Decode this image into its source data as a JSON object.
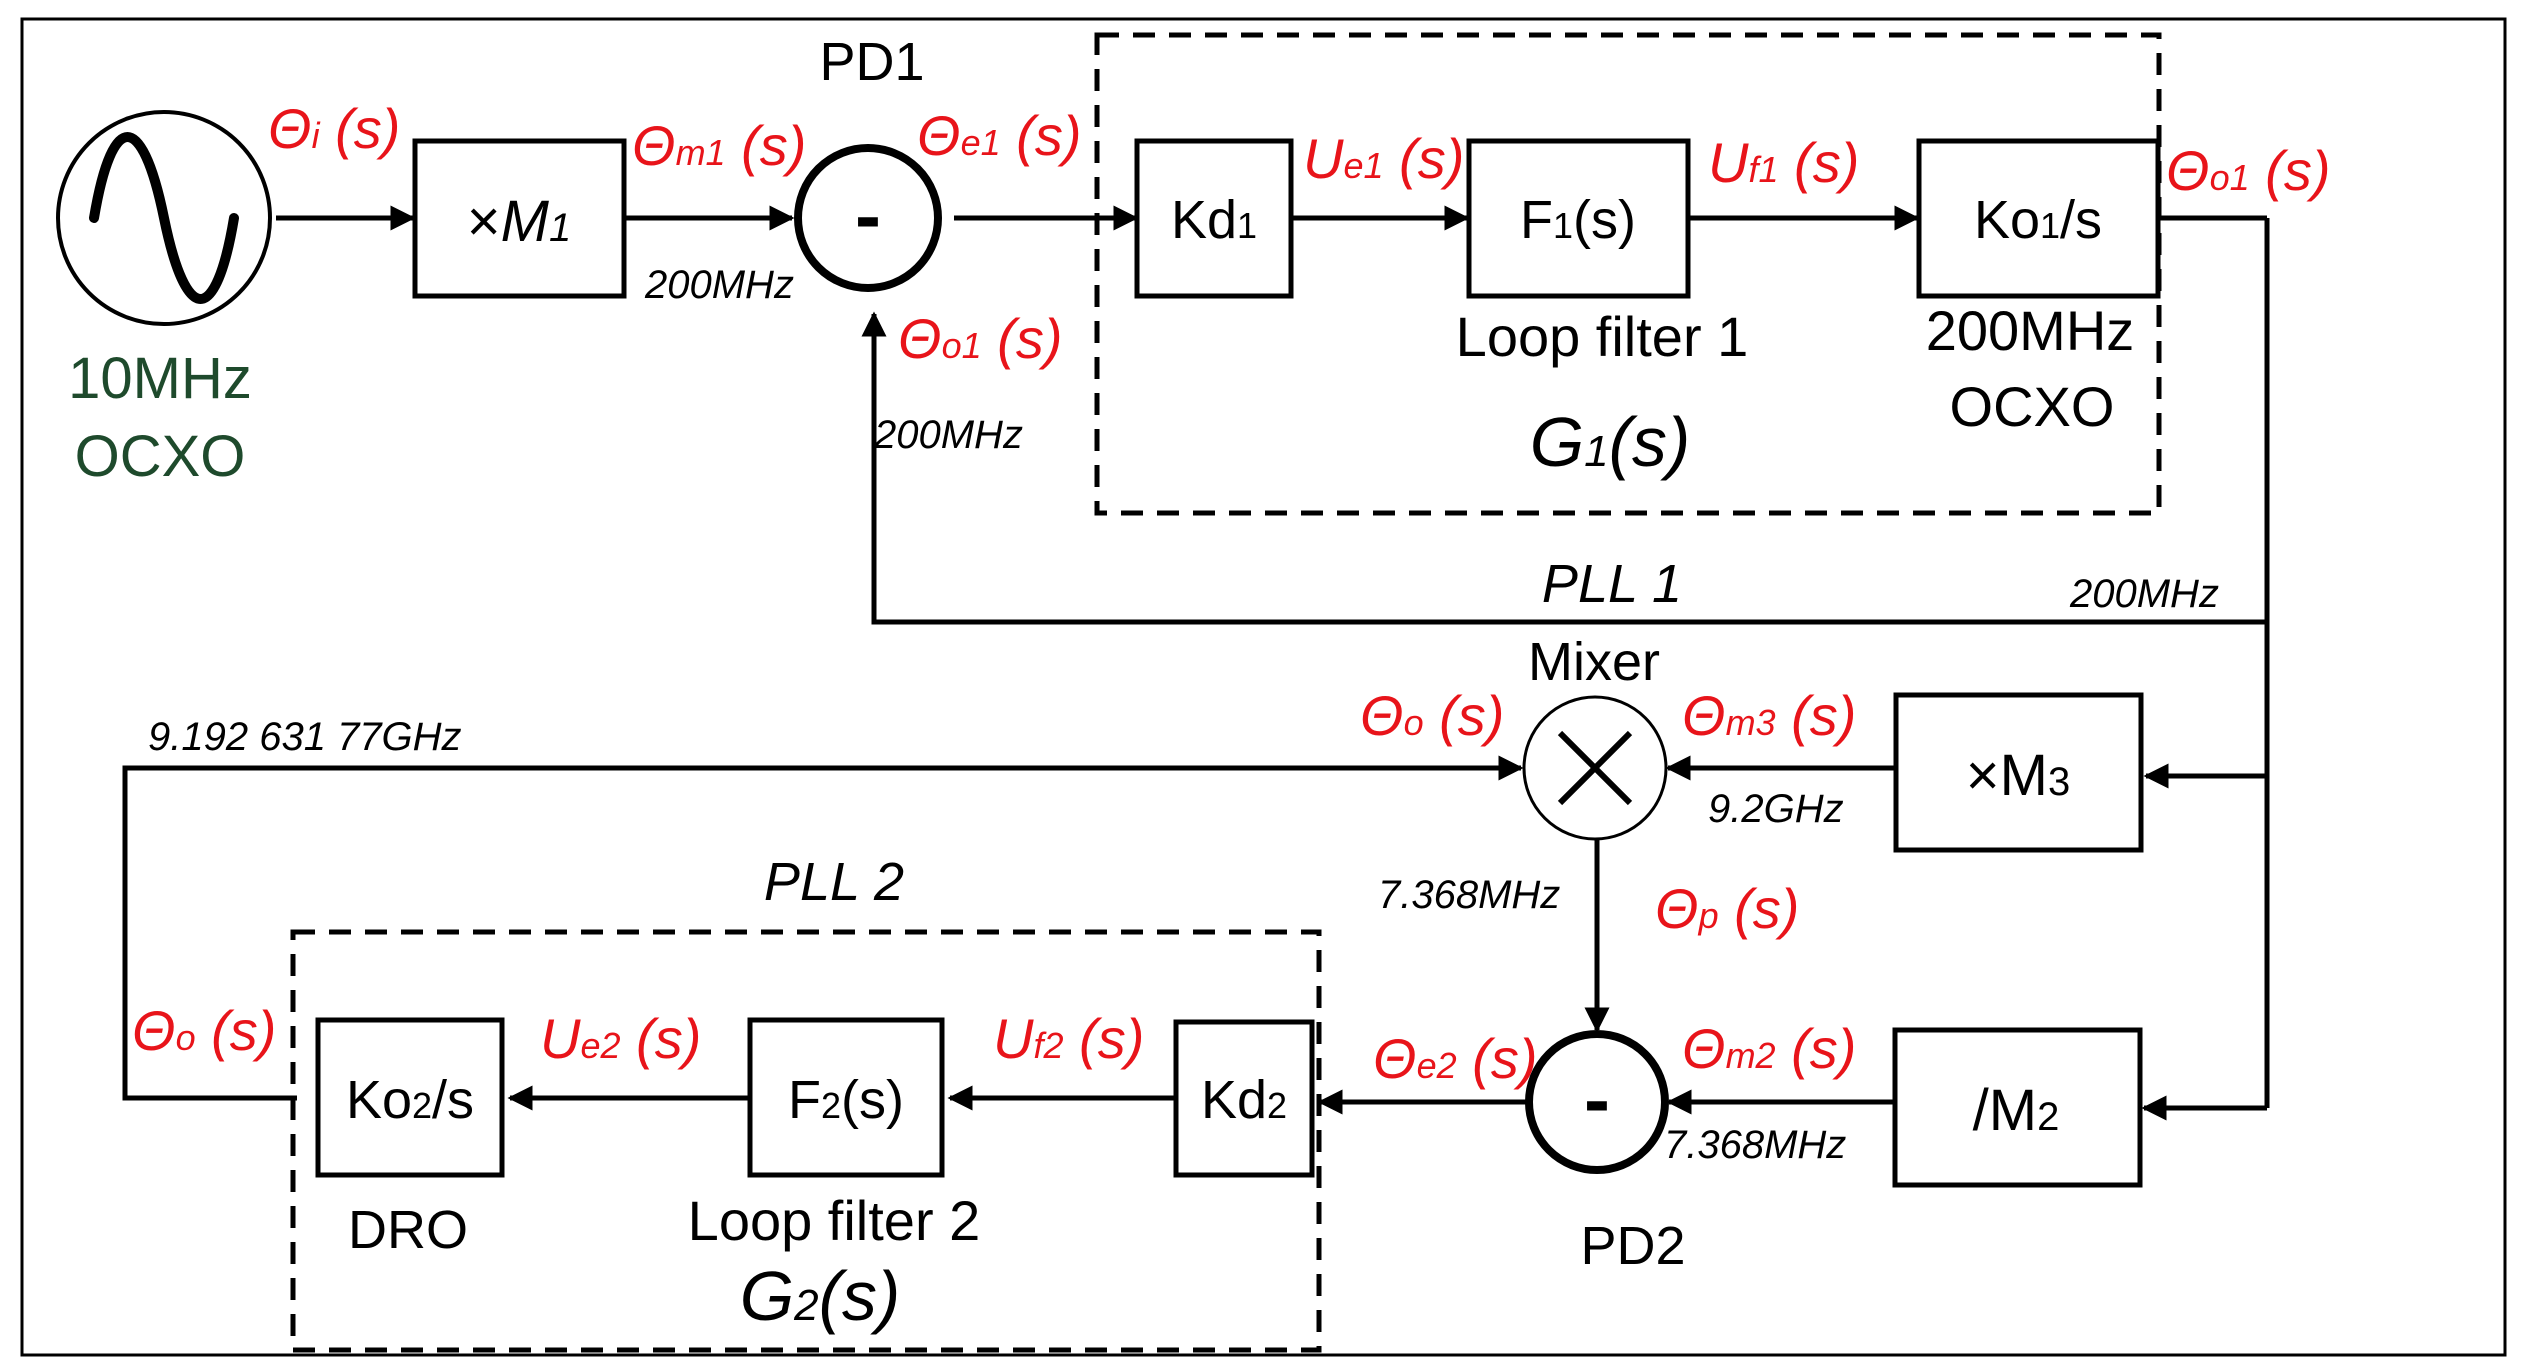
{
  "colors": {
    "signal": "#e8141a",
    "ocxo_ref": "#1e4a2c",
    "line": "#000000"
  },
  "source": {
    "line1": "10MHz",
    "line2": "OCXO",
    "icon": "sine-wave-icon"
  },
  "blocks": {
    "m1": {
      "prefix": "×",
      "main": "M",
      "sub": "1"
    },
    "kd1": {
      "main": "Kd",
      "sub": "1"
    },
    "f1": {
      "main": "F",
      "sub": "1",
      "suffix": "(s)"
    },
    "ko1": {
      "main": "Ko",
      "sub": "1",
      "suffix": "/s"
    },
    "m3": {
      "prefix": "×",
      "main": "M",
      "sub": "3"
    },
    "m2": {
      "prefix": "/",
      "main": "M",
      "sub": "2"
    },
    "kd2": {
      "main": "Kd",
      "sub": "2"
    },
    "f2": {
      "main": "F",
      "sub": "2",
      "suffix": "(s)"
    },
    "ko2": {
      "main": "Ko",
      "sub": "2",
      "suffix": "/s"
    }
  },
  "labels": {
    "pd1": "PD1",
    "pd2": "PD2",
    "pd_sign": "-",
    "mixer": "Mixer",
    "loop_filter_1": "Loop filter 1",
    "loop_filter_2": "Loop filter 2",
    "ocxo200_line1": "200MHz",
    "ocxo200_line2": "OCXO",
    "dro": "DRO",
    "pll1": "PLL 1",
    "pll2": "PLL 2",
    "g1": {
      "main": "G",
      "sub": "1",
      "arg": "(s)"
    },
    "g2": {
      "main": "G",
      "sub": "2",
      "arg": "(s)"
    }
  },
  "signals": {
    "theta_i": {
      "main": "Θ",
      "sub": "i",
      "arg": " (s)"
    },
    "theta_m1": {
      "main": "Θ",
      "sub": "m1",
      "arg": " (s)"
    },
    "theta_e1": {
      "main": "Θ",
      "sub": "e1",
      "arg": " (s)"
    },
    "u_e1": {
      "main": "U",
      "sub": "e1",
      "arg": " (s)"
    },
    "u_f1": {
      "main": "U",
      "sub": "f1",
      "arg": " (s)"
    },
    "theta_o1_out": {
      "main": "Θ",
      "sub": "o1",
      "arg": " (s)"
    },
    "theta_o1_fb": {
      "main": "Θ",
      "sub": "o1",
      "arg": " (s)"
    },
    "theta_o_mixer": {
      "main": "Θ",
      "sub": "o",
      "arg": " (s)"
    },
    "theta_m3": {
      "main": "Θ",
      "sub": "m3",
      "arg": " (s)"
    },
    "theta_p": {
      "main": "Θ",
      "sub": "p",
      "arg": " (s)"
    },
    "theta_m2": {
      "main": "Θ",
      "sub": "m2",
      "arg": " (s)"
    },
    "theta_e2": {
      "main": "Θ",
      "sub": "e2",
      "arg": " (s)"
    },
    "u_f2": {
      "main": "U",
      "sub": "f2",
      "arg": " (s)"
    },
    "u_e2": {
      "main": "U",
      "sub": "e2",
      "arg": " (s)"
    },
    "theta_o_left": {
      "main": "Θ",
      "sub": "o",
      "arg": " (s)"
    }
  },
  "frequencies": {
    "f200_m1": "200MHz",
    "f200_fb": "200MHz",
    "f200_right": "200MHz",
    "f9192": "9.192 631 77GHz",
    "f92": "9.2GHz",
    "f7368_mixer": "7.368MHz",
    "f7368_m2": "7.368MHz"
  }
}
